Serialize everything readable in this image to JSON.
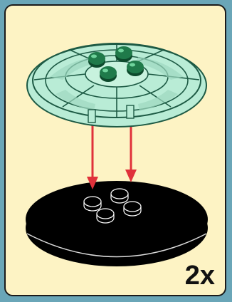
{
  "instruction_step": {
    "quantity_label": "2x",
    "parts": {
      "top_part": {
        "name": "wheel-hub",
        "color": "#b9ecd6"
      },
      "bottom_part": {
        "name": "turntable-plate",
        "color": "#000000"
      },
      "studs_color": "#1f7a4a"
    },
    "arrows": {
      "color": "#e0313a",
      "count": 2
    },
    "colors": {
      "outer_border": "#6aa6b8",
      "panel_background": "#fdf3c4"
    }
  }
}
